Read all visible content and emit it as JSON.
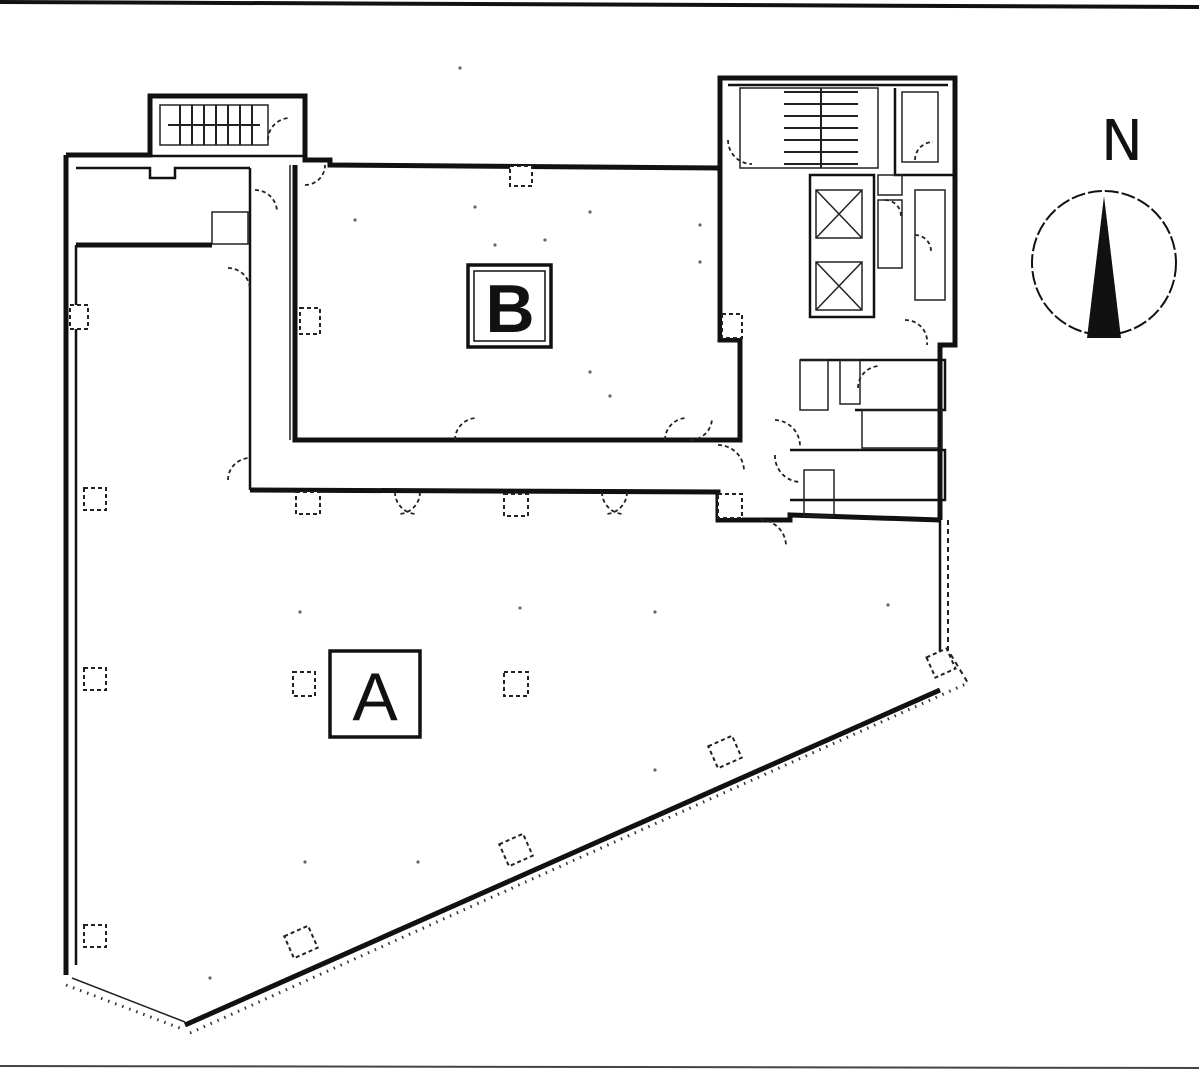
{
  "plan": {
    "rooms": [
      {
        "id": "A",
        "label": "A"
      },
      {
        "id": "B",
        "label": "B"
      }
    ],
    "compass": {
      "label": "N"
    },
    "colors": {
      "ink": "#111111",
      "paper": "#ffffff"
    }
  }
}
